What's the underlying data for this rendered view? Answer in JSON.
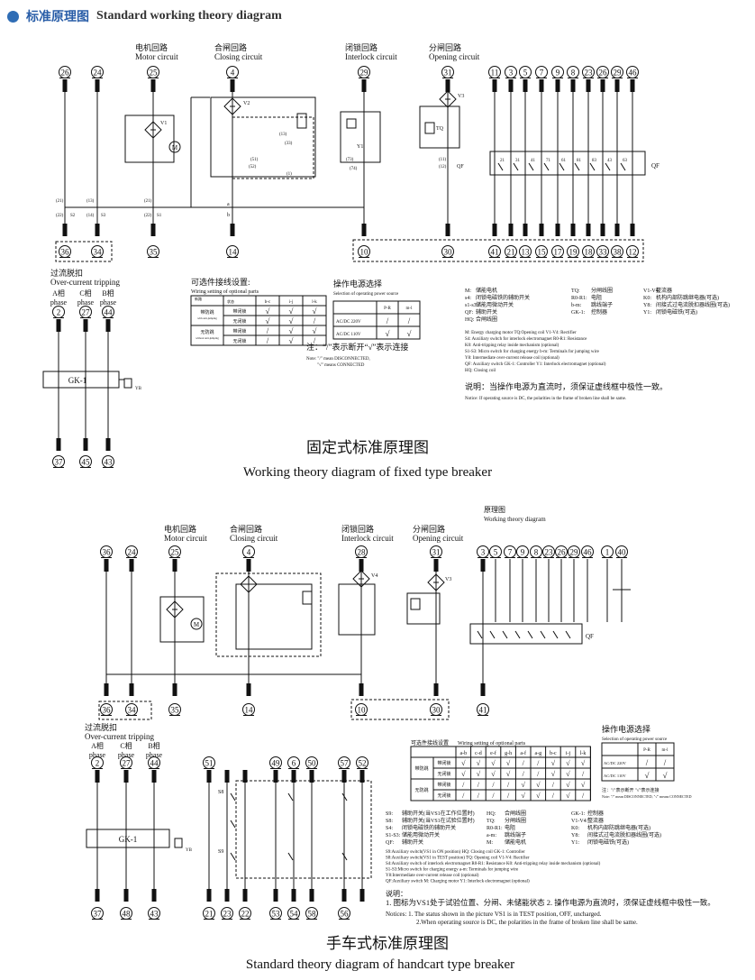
{
  "header": {
    "title_zh": "标准原理图",
    "title_en": "Standard working theory diagram"
  },
  "top": {
    "caption_zh": "固定式标准原理图",
    "caption_en": "Working theory diagram of fixed type breaker",
    "sections": {
      "motor": [
        "电机回路",
        "Motor circuit"
      ],
      "closing": [
        "合闸回路",
        "Closing circuit"
      ],
      "interlock": [
        "闭锁回路",
        "Interlock circuit"
      ],
      "opening": [
        "分闸回路",
        "Opening circuit"
      ]
    },
    "terminals_top": [
      "26",
      "24",
      "25",
      "4",
      "29",
      "31",
      "11",
      "3",
      "5",
      "7",
      "9",
      "8",
      "23",
      "26",
      "29",
      "46"
    ],
    "terminals_bottom": [
      "36",
      "34",
      "35",
      "14",
      "10",
      "30",
      "41",
      "21",
      "13",
      "15",
      "17",
      "19",
      "18",
      "33",
      "38",
      "12"
    ],
    "overcurrent": {
      "title": [
        "过流脱扣",
        "Over-current tripping"
      ],
      "phases": [
        [
          "A相",
          "phase"
        ],
        [
          "C相",
          "phase"
        ],
        [
          "B相",
          "phase"
        ]
      ],
      "terminals_top": [
        "2",
        "27",
        "44"
      ],
      "terminals_bottom": [
        "37",
        "45",
        "43"
      ],
      "gk_label": "GK-1",
      "yb": "YB"
    },
    "options": {
      "title_zh": "可选件接线设置:",
      "title_en": "Wiring setting of optional parts",
      "corner": [
        "新路",
        "状态"
      ],
      "cols": [
        "b-c",
        "i-j",
        "l-k"
      ],
      "rows": [
        {
          "zh": "带防跳",
          "en": "with anti-jumping",
          "sub": [
            "带闭锁",
            "无闭锁"
          ]
        },
        {
          "zh": "无防跳",
          "en": "without anti-jumping",
          "sub": [
            "带闭锁",
            "无闭锁"
          ]
        }
      ],
      "cells": [
        [
          "√",
          "√",
          "√"
        ],
        [
          "√",
          "√",
          "/"
        ],
        [
          "/",
          "√",
          "√"
        ],
        [
          "/",
          "√",
          "/"
        ]
      ]
    },
    "power": {
      "title_zh": "操作电源选择",
      "title_en": "Selection of operating power source",
      "cols": [
        "P-R",
        "m-l"
      ],
      "rows": [
        "AC/DC 220V",
        "AC/DC 110V"
      ],
      "cells": [
        [
          "/",
          "/"
        ],
        [
          "√",
          "√"
        ]
      ]
    },
    "note_zh": "注：“/”表示断开“√”表示连接",
    "note_en1": "Note: \"/\" mean DISCONNECTED,",
    "note_en2": "\"√\" means CONNECTED",
    "legend_zh": [
      [
        "M:",
        "储能电机",
        "TQ:",
        "分闸线圈",
        "V1-V4:",
        "整流器"
      ],
      [
        "s4:",
        "闭锁电磁铁的辅助开关",
        "R0-R1:",
        "电阻",
        "K0:",
        "机构内部防跳继电器(可选)"
      ],
      [
        "s1-s3:",
        "储能用微动开关",
        "b-m:",
        "跳线端子",
        "Y8:",
        "间接式过电流脱扣器线圈(可选)"
      ],
      [
        "QF:",
        "辅助开关",
        "GK-1:",
        "控制器",
        "Y1:",
        "闭锁电磁铁(可选)"
      ],
      [
        "HQ:",
        "合闸线圈",
        "",
        "",
        "",
        ""
      ]
    ],
    "legend_en": [
      "M: Energy charging motor  TQ:Opening coil  V1-V4: Rectifier",
      "S4: Auxiliary switch for interlock electromagnet  R0-R1: Resistance",
      "K0: Anti-tripping relay inside mechanism (optional)",
      "S1-S3: Micro switch for charging energy  b-m: Terminals for jumping wire",
      "Y8: Intermediate over-current release coil (optional)",
      "QF: Auxiliary switch  GK-1: Controller  Y1: Interlock electromagnet (optional)",
      "HQ: Closing coil"
    ],
    "explain_zh": "说明：当操作电源为直流时，须保证虚线框中极性一致。",
    "explain_en": "Notice: If operating source is DC, the polarities in the frame of broken line shall be same."
  },
  "bottom": {
    "caption_zh": "手车式标准原理图",
    "caption_en": "Standard theory diagram of handcart type breaker",
    "diagram_title": [
      "原理图",
      "Working theory diagram"
    ],
    "sections": {
      "motor": [
        "电机回路",
        "Motor circuit"
      ],
      "closing": [
        "合闸回路",
        "Closing circuit"
      ],
      "interlock": [
        "闭锁回路",
        "Interlock circuit"
      ],
      "opening": [
        "分闸回路",
        "Opening circuit"
      ]
    },
    "terminals_top": [
      "36",
      "24",
      "25",
      "4",
      "28",
      "31",
      "3",
      "5",
      "7",
      "9",
      "8",
      "23",
      "26",
      "29",
      "46",
      "1",
      "40"
    ],
    "terminals_bottom": [
      "36",
      "34",
      "35",
      "14",
      "10",
      "30",
      "41"
    ],
    "overcurrent": {
      "title": [
        "过流脱扣",
        "Over-current tripping"
      ],
      "phases": [
        [
          "A相",
          "phase"
        ],
        [
          "C相",
          "phase"
        ],
        [
          "B相",
          "phase"
        ]
      ],
      "terminals_top": [
        "2",
        "27",
        "44"
      ],
      "terminals_bottom": [
        "37",
        "48",
        "43"
      ],
      "gk_label": "GK-1",
      "yb": "YB"
    },
    "aux_terminals_top": [
      "51",
      "49",
      "6",
      "50",
      "57",
      "52"
    ],
    "aux_terminals_bottom": [
      "21",
      "23",
      "22",
      "53",
      "54",
      "58",
      "56"
    ],
    "options": {
      "title_zh": "可选件接线设置",
      "title_en": "Wiring setting of optional parts",
      "cols": [
        "a-b",
        "c-d",
        "e-f",
        "g-h",
        "a-f",
        "a-g",
        "b-c",
        "i-j",
        "l-k"
      ],
      "rows": [
        {
          "zh": "带防跳",
          "sub": [
            "带闭锁",
            "无闭锁"
          ]
        },
        {
          "zh": "无防跳",
          "sub": [
            "带闭锁",
            "无闭锁"
          ]
        }
      ],
      "cells": [
        [
          "√",
          "√",
          "√",
          "√",
          "/",
          "/",
          "√",
          "√",
          "√"
        ],
        [
          "√",
          "√",
          "√",
          "√",
          "/",
          "/",
          "√",
          "√",
          "/"
        ],
        [
          "/",
          "/",
          "/",
          "/",
          "√",
          "√",
          "/",
          "√",
          "√"
        ],
        [
          "/",
          "/",
          "/",
          "/",
          "√",
          "√",
          "/",
          "√",
          "/"
        ]
      ]
    },
    "power": {
      "title_zh": "操作电源选择",
      "title_en": "Selection of operating power source",
      "cols": [
        "P-R",
        "m-l"
      ],
      "rows": [
        "AC/DC 220V",
        "AC/DC 110V"
      ],
      "cells": [
        [
          "/",
          "/"
        ],
        [
          "√",
          "√"
        ]
      ]
    },
    "note": "注：\"/\"表示断开 \"√\"表示连接",
    "note_en": "Note: \"/\" mean DISCONNECTED, \"√\" means CONNECTED",
    "legend_zh": [
      [
        "S9:",
        "辅助开关(当VS1在工作位置时)",
        "HQ:",
        "合闸线圈",
        "GK-1:",
        "控制器"
      ],
      [
        "S8:",
        "辅助开关(当VS1在试验位置时)",
        "TQ:",
        "分闸线圈",
        "V1-V4:",
        "整流器"
      ],
      [
        "S4:",
        "闭锁电磁铁的辅助开关",
        "R0-R1:",
        "电阻",
        "K0:",
        "机构内部防跳继电器(可选)"
      ],
      [
        "S1-S3:",
        "储能用微动开关",
        "a-m:",
        "跳线端子",
        "Y8:",
        "间接式过电流脱扣器线圈(可选)"
      ],
      [
        "QF:",
        "辅助开关",
        "M:",
        "储能电机",
        "Y1:",
        "闭锁电磁铁(可选)"
      ]
    ],
    "legend_en": [
      "S9:Auxiliary switch(VS1 in ON position)  HQ: Closing coil  GK-1: Controller",
      "S8:Auxiliary switch(VS1 in TEST position)  TQ: Opening coil  V1-V4: Rectifier",
      "S4:Auxiliary switch of interlock electromagnet  R0-R1: Resistance  K0: Anti-tripping relay inside mechanism (optional)",
      "S1-S3:Micro switch for charging energy  a-m: Terminals for jumping wire",
      "Y8:Intermediate over-current release coil (optional)",
      "QF:Auxiliary switch  M: Charging motor  Y1: Interlock electromagnet (optional)"
    ],
    "explain_title": "说明：",
    "explain_zh": "1. 图标为VS1处于试验位置、分闸、未储能状态  2. 操作电源为直流时，须保证虚线框中极性一致。",
    "explain_en1": "Notices: 1. The status shown in the picture VS1 is in TEST position, OFF, uncharged.",
    "explain_en2": "2.When operating source is DC, the polarities in the frame of broken line shall be same."
  }
}
